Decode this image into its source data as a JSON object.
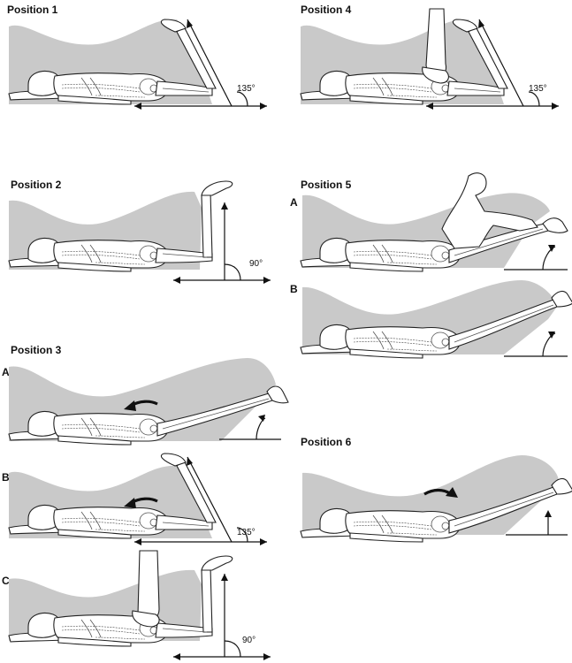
{
  "positions": {
    "p1": {
      "title": "Position 1",
      "angle": "135°"
    },
    "p2": {
      "title": "Position 2",
      "angle": "90°"
    },
    "p3": {
      "title": "Position 3",
      "a": "A",
      "b": "B",
      "c": "C",
      "angle_b": "135°",
      "angle_c": "90°"
    },
    "p4": {
      "title": "Position 4",
      "angle": "135°"
    },
    "p5": {
      "title": "Position 5",
      "a": "A",
      "b": "B"
    },
    "p6": {
      "title": "Position 6"
    }
  },
  "colors": {
    "shade": "#c9c9c9",
    "outline": "#222222"
  }
}
